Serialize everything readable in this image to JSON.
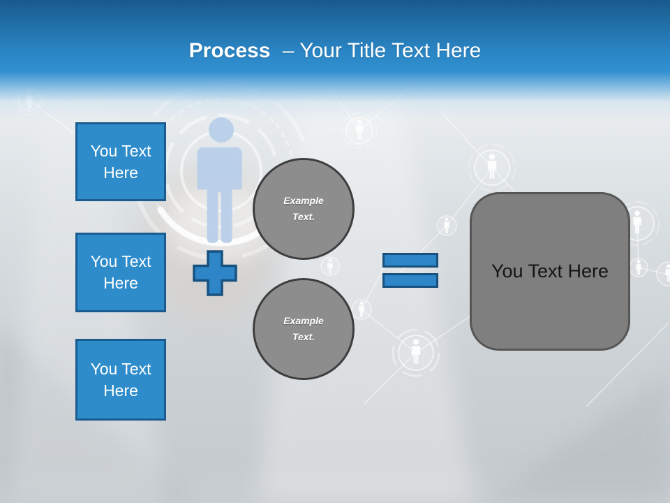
{
  "slide": {
    "title": {
      "emphasis": "Process",
      "rest": "– Your Title Text Here"
    },
    "left_boxes": [
      {
        "label": "You Text Here"
      },
      {
        "label": "You Text Here"
      },
      {
        "label": "You Text Here"
      }
    ],
    "example_circles": [
      {
        "label": "Example Text."
      },
      {
        "label": "Example Text."
      }
    ],
    "result_box": {
      "label": "You Text Here"
    },
    "icons": {
      "plus": "plus-icon",
      "equals": "equals-icon",
      "person": "person-icon",
      "network_node": "person-node-icon"
    },
    "colors": {
      "header_top": "#185A8E",
      "header_main": "#3190D0",
      "accent_blue": "#2E8CCB",
      "accent_blue_border": "#1B5C90",
      "operator_blue": "#2E86C8",
      "operator_border": "#17517F",
      "circle_gray": "#8D8D8D",
      "circle_border": "#3D3D3D",
      "result_gray": "#7F7F7F",
      "result_border": "#565656",
      "person_silhouette_blue": "#B9CFE9",
      "text_white": "#FFFFFF",
      "text_black": "#141414"
    }
  }
}
